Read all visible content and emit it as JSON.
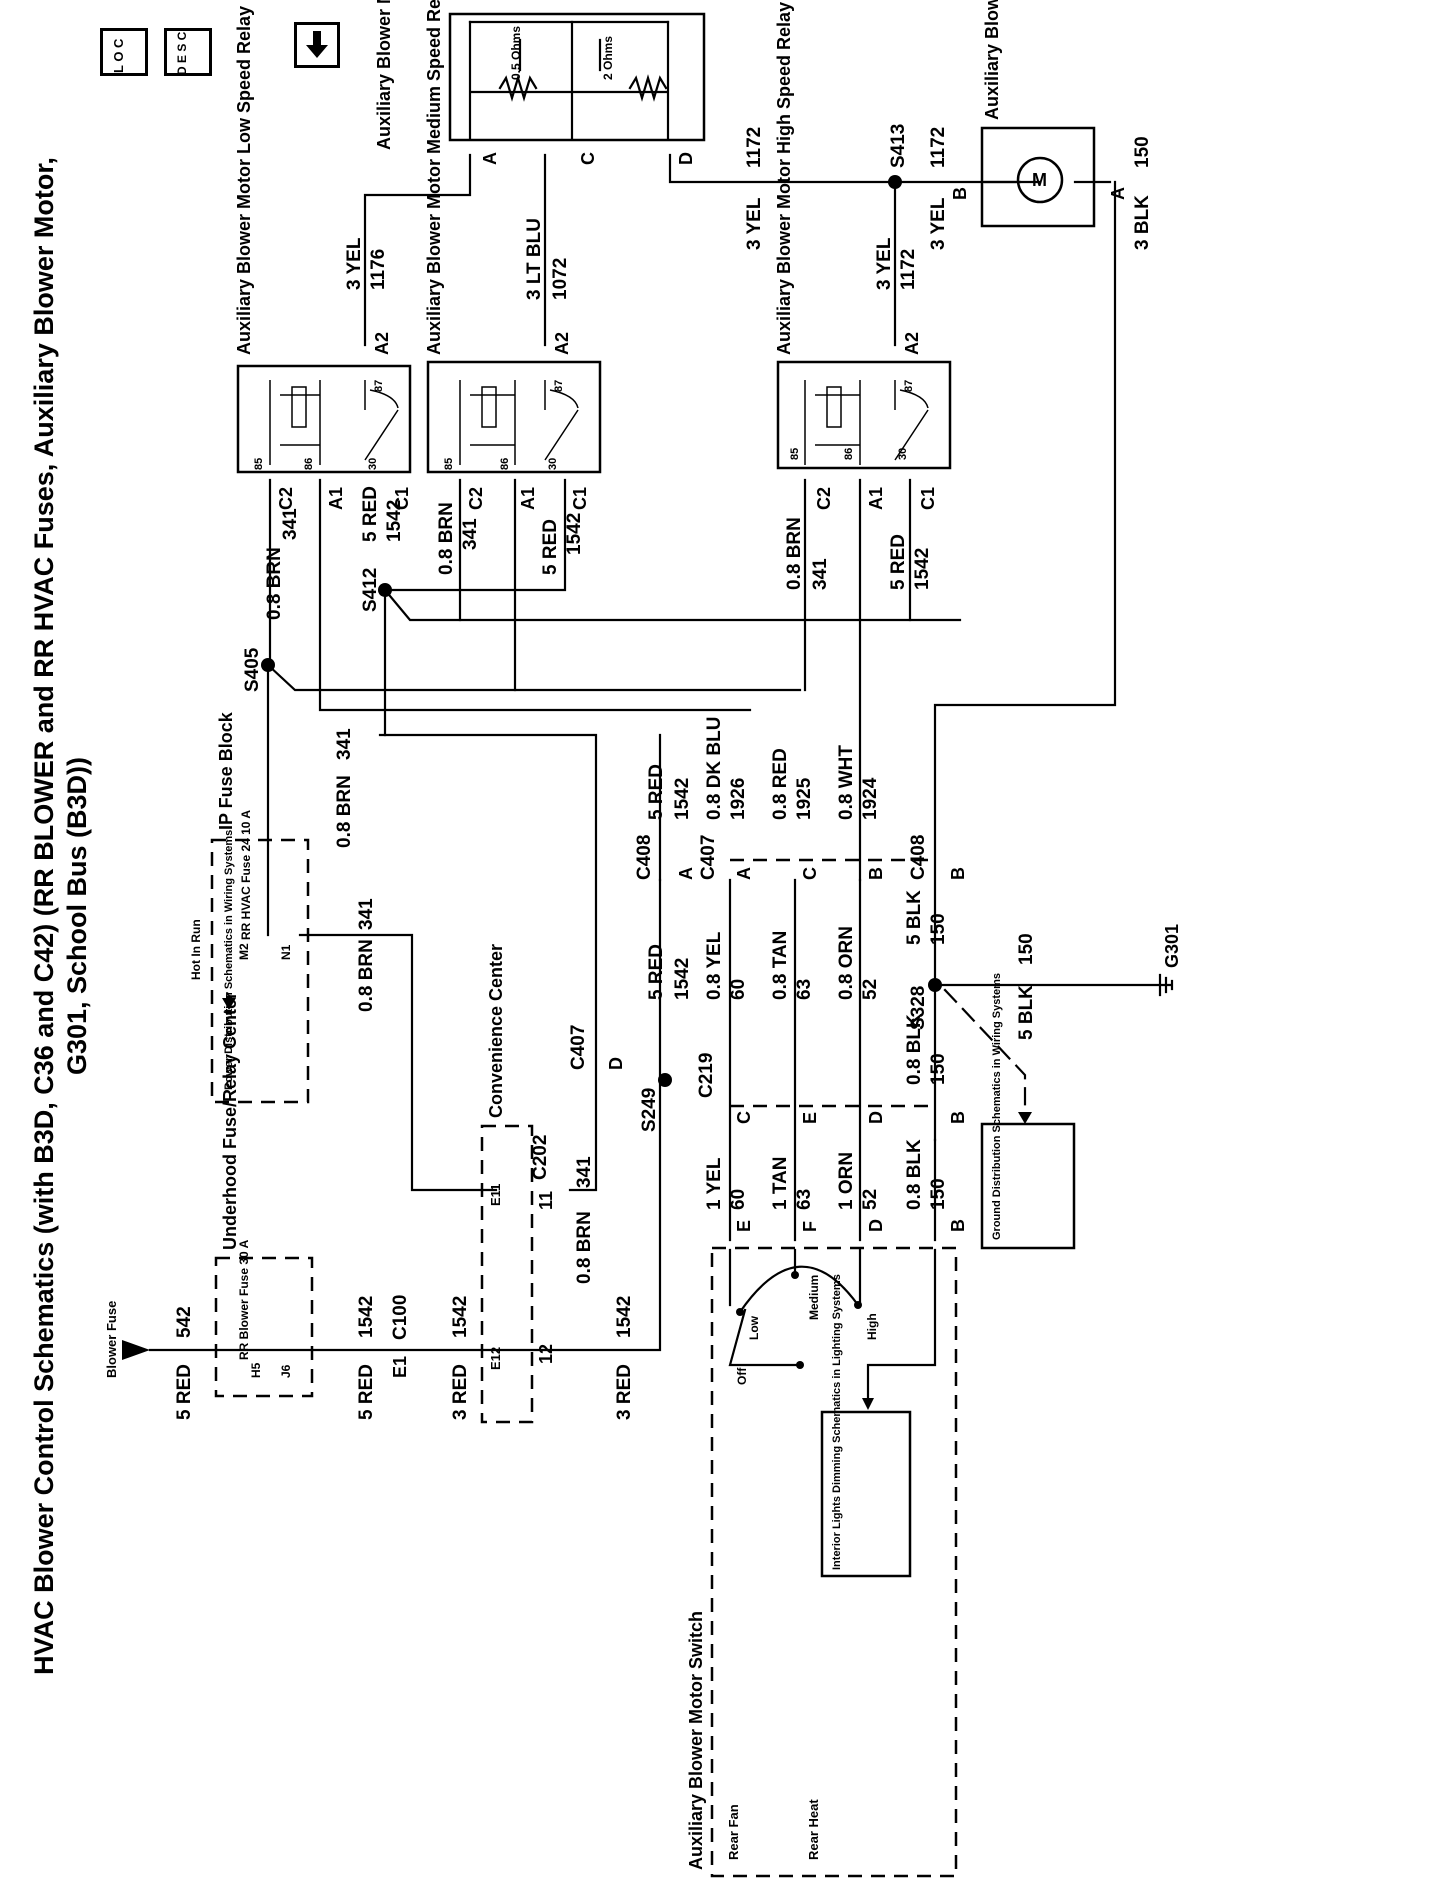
{
  "title": {
    "line1": "HVAC Blower Control Schematics (with B3D, C36 and C42) (RR BLOWER and RR HVAC Fuses, Auxiliary Blower Motor,",
    "line2": "G301, School Bus (B3D))"
  },
  "icons": {
    "loc": "L O C",
    "desc": "D E S C",
    "arrow": "down-arrow"
  },
  "components": {
    "resistor": "Auxiliary Blower Motor Resistor",
    "resistor_r1": "0.5 Ohms",
    "resistor_r2": "2 Ohms",
    "motor": "Auxiliary Blower Motor",
    "motor_symbol": "M",
    "low_relay": "Auxiliary Blower Motor Low Speed Relay",
    "med_relay": "Auxiliary Blower Motor Medium Speed Relay",
    "high_relay": "Auxiliary Blower Motor High Speed Relay",
    "blower_fuse": "Blower Fuse",
    "underhood": "Underhood Fuse/Relay Center",
    "rr_blower_fuse": "RR Blower Fuse 30 A",
    "ip_fuse_block": "IP Fuse Block",
    "rr_hvac_fuse": "RR HVAC Fuse 24 10 A",
    "hot_in_run": "Hot In Run",
    "power_dist": "Power Distribution Schematics in Wiring Systems",
    "convenience": "Convenience Center",
    "ground_dist": "Ground Distribution Schematics in Wiring Systems",
    "dimming": "Interior Lights Dimming Schematics in Lighting Systems",
    "switch": "Auxiliary Blower Motor Switch",
    "rear_fan": "Rear Fan",
    "rear_heat": "Rear Heat",
    "sw_off": "Off",
    "sw_low": "Low",
    "sw_medium": "Medium",
    "sw_high": "High",
    "g301": "G301"
  },
  "pins": {
    "A": "A",
    "B": "B",
    "C": "C",
    "D": "D",
    "E": "E",
    "F": "F",
    "A1": "A1",
    "A2": "A2",
    "C1": "C1",
    "C2": "C2",
    "p85": "85",
    "p86": "86",
    "p87": "87",
    "p30": "30",
    "H5": "H5",
    "J6": "J6",
    "M2": "M2",
    "N1": "N1",
    "E1": "E1",
    "E11": "E11",
    "E12": "E12",
    "p11": "11",
    "p12": "12"
  },
  "connectors": {
    "C100": "C100",
    "C202": "C202",
    "C219": "C219",
    "C407": "C407",
    "C408": "C408"
  },
  "splices": {
    "S249": "S249",
    "S328": "S328",
    "S405": "S405",
    "S412": "S412",
    "S413": "S413"
  },
  "wires": {
    "red5": "5 RED",
    "red3": "3 RED",
    "c542": "542",
    "c1542": "1542",
    "brn08": "0.8 BRN",
    "c341": "341",
    "yel3": "3 YEL",
    "c1176": "1176",
    "c1172": "1172",
    "ltblu3": "3 LT BLU",
    "c1072": "1072",
    "blk3": "3 BLK",
    "blk5": "5 BLK",
    "blk08": "0.8 BLK",
    "c150": "150",
    "yel1": "1 YEL",
    "yel08": "0.8 YEL",
    "c60": "60",
    "tan1": "1 TAN",
    "tan08": "0.8 TAN",
    "c63": "63",
    "orn1": "1 ORN",
    "orn08": "0.8 ORN",
    "c52": "52",
    "dkblu08": "0.8 DK BLU",
    "c1926": "1926",
    "red08": "0.8 RED",
    "c1925": "1925",
    "wht08": "0.8 WHT",
    "c1924": "1924"
  }
}
